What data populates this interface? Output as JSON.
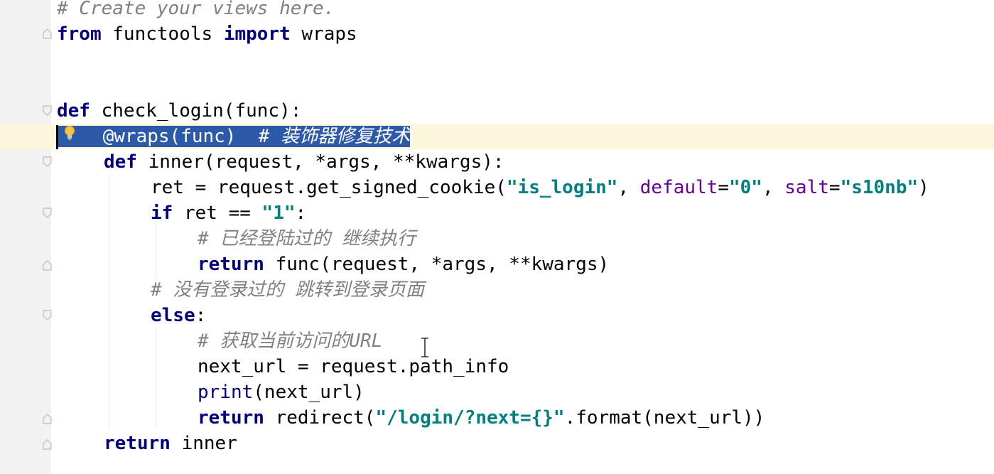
{
  "editor": {
    "lines": {
      "l0": {
        "cm": "# Create your views here."
      },
      "l1": {
        "kw1": "from",
        "t1": " functools ",
        "kw2": "import",
        "t2": " wraps"
      },
      "l4": {
        "kw1": "def",
        "t1": " check_login(func):"
      },
      "l5": {
        "dec": "@wraps(func)",
        "sp": "  ",
        "cm": "# 装饰器修复技术"
      },
      "l6": {
        "kw1": "def",
        "t1": " inner(request, *args, **kwargs):"
      },
      "l7": {
        "t1": "ret = request.get_signed_cookie(",
        "s1": "\"is_login\"",
        "t2": ", ",
        "a1": "default",
        "t3": "=",
        "s2": "\"0\"",
        "t4": ", ",
        "a2": "salt",
        "t5": "=",
        "s3": "\"s10nb\"",
        "t6": ")"
      },
      "l8": {
        "kw1": "if",
        "t1": " ret == ",
        "s1": "\"1\"",
        "t2": ":"
      },
      "l9": {
        "cm": "# 已经登陆过的 继续执行"
      },
      "l10": {
        "kw1": "return",
        "t1": " func(request, *args, **kwargs)"
      },
      "l11": {
        "cm": "# 没有登录过的 跳转到登录页面"
      },
      "l12": {
        "kw1": "else",
        "t1": ":"
      },
      "l13": {
        "cm": "# 获取当前访问的URL"
      },
      "l14": {
        "t1": "next_url = request.path_info"
      },
      "l15": {
        "b1": "print",
        "t1": "(next_url)"
      },
      "l16": {
        "kw1": "return",
        "t1": " redirect(",
        "s1": "\"/login/?next={}\"",
        "t2": ".format(next_url))"
      },
      "l17": {
        "kw1": "return",
        "t1": " inner"
      }
    },
    "icons": {
      "fold": "fold-marker-icon",
      "bulb": "lightbulb-icon",
      "cursor": "text-cursor-icon"
    },
    "colors": {
      "keyword": "#000080",
      "string": "#008080",
      "kwarg": "#660099",
      "comment": "#808080",
      "decorator": "#808000",
      "selection": "#2d5aa8",
      "current_line": "#fcf6dc",
      "bulb": "#e8a317"
    }
  }
}
